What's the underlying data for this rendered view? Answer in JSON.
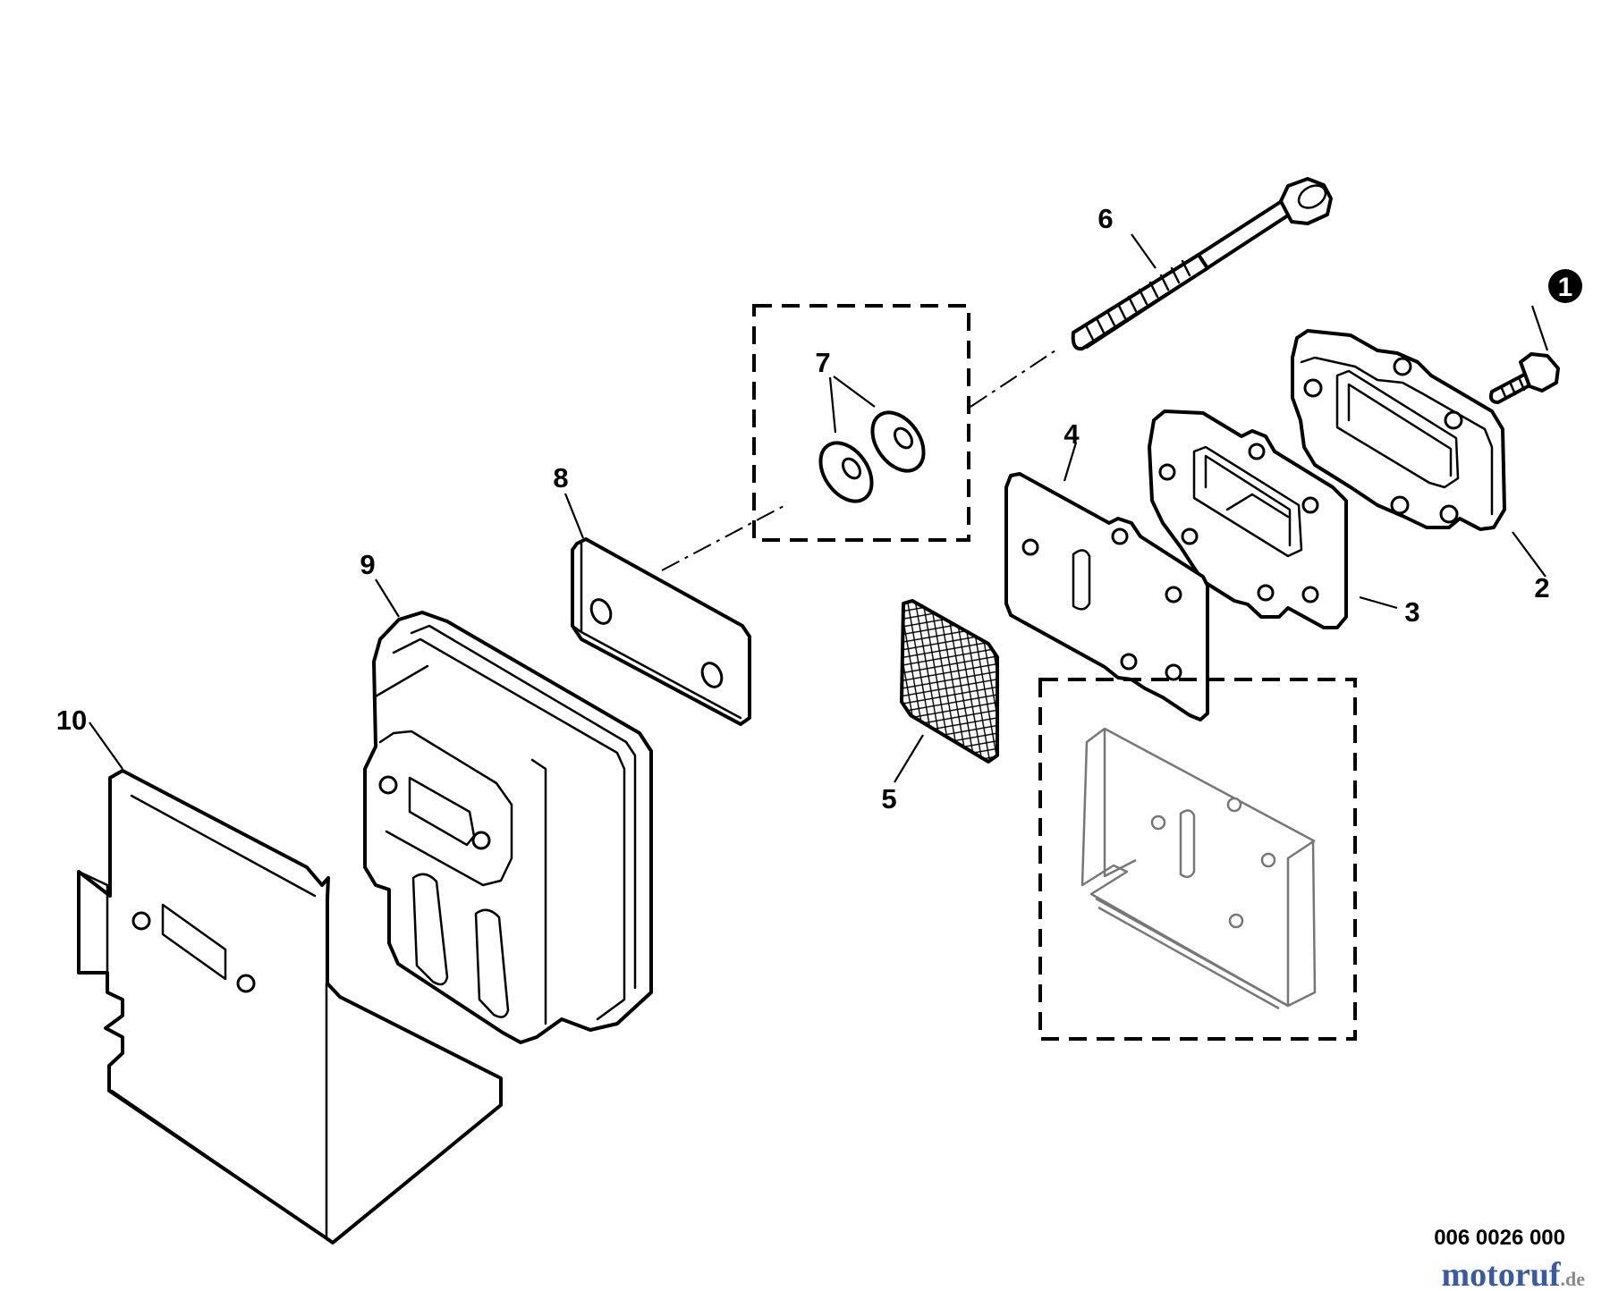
{
  "callouts": [
    {
      "label": "1",
      "style": "filled-circle"
    },
    {
      "label": "2"
    },
    {
      "label": "3"
    },
    {
      "label": "4"
    },
    {
      "label": "5"
    },
    {
      "label": "6"
    },
    {
      "label": "7"
    },
    {
      "label": "8"
    },
    {
      "label": "9"
    },
    {
      "label": "10"
    }
  ],
  "drawing_number": "006 0026 000",
  "watermark": {
    "text_main": "motoruf",
    "text_suffix": ".de",
    "colors": [
      "#3a5aa8",
      "#8a8a8a"
    ]
  },
  "colors": {
    "line": "#000000",
    "background": "#ffffff",
    "liner": "#777777"
  }
}
